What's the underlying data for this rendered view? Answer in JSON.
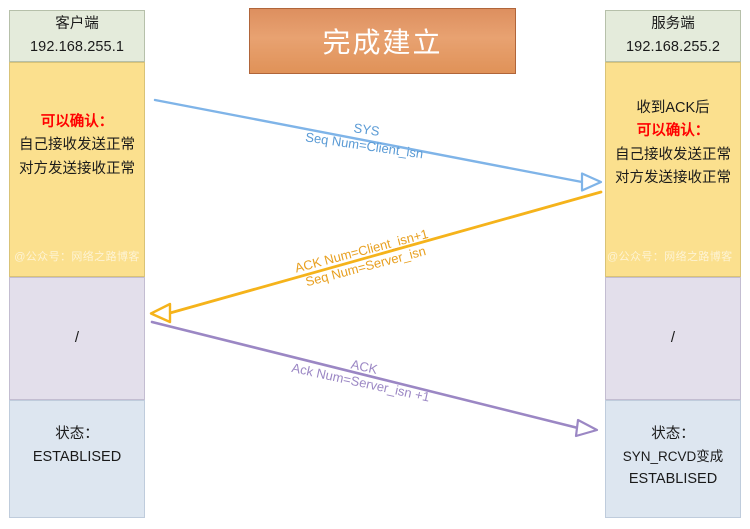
{
  "title_banner": {
    "text": "完成建立"
  },
  "client": {
    "header": {
      "name": "客户端",
      "ip": "192.168.255.1"
    },
    "state_box": {
      "confirm_label": "可以确认：",
      "line1": "自己接收发送正常",
      "line2": "对方发送接收正常",
      "watermark": "@公众号：网络之路博客"
    },
    "middle_box": {
      "text": "/"
    },
    "status_box": {
      "label": "状态：",
      "value": "ESTABLISED"
    }
  },
  "server": {
    "header": {
      "name": "服务端",
      "ip": "192.168.255.2"
    },
    "state_box": {
      "prefix": "收到ACK后",
      "confirm_label": "可以确认：",
      "line1": "自己接收发送正常",
      "line2": "对方发送接收正常",
      "watermark": "@公众号：网络之路博客"
    },
    "middle_box": {
      "text": "/"
    },
    "status_box": {
      "label": "状态：",
      "transition": "SYN_RCVD变成",
      "value": "ESTABLISED"
    }
  },
  "messages": [
    {
      "id": "syn",
      "line1": "SYS",
      "line2": "Seq Num=Client_isn",
      "color": "#5b9bd5",
      "direction": "client-to-server"
    },
    {
      "id": "syn-ack",
      "line1": "ACK Num=Client_isn+1",
      "line2": "Seq Num=Server_isn",
      "color": "#f0a31e",
      "direction": "server-to-client"
    },
    {
      "id": "ack",
      "line1": "ACK",
      "line2": "Ack Num=Server_isn +1",
      "color": "#9b87c4",
      "direction": "client-to-server"
    }
  ]
}
